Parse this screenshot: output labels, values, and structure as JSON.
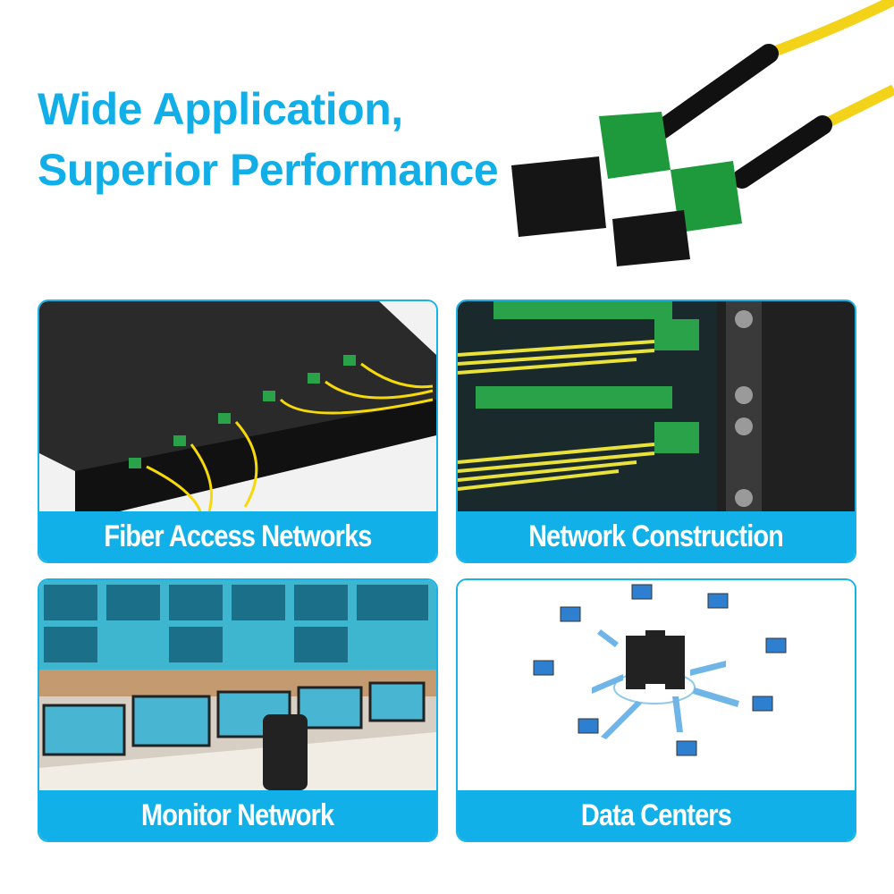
{
  "headline": {
    "line1": "Wide Application,",
    "line2": "Superior Performance"
  },
  "accent_color": "#12b0e8",
  "cards": [
    {
      "label": "Fiber Access Networks"
    },
    {
      "label": "Network Construction"
    },
    {
      "label": "Monitor Network"
    },
    {
      "label": "Data Centers"
    }
  ]
}
